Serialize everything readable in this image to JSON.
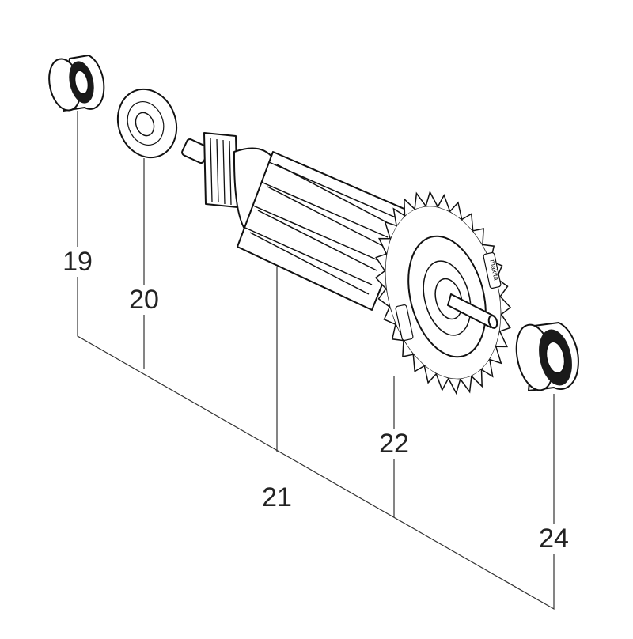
{
  "callouts": [
    {
      "id": "p19",
      "label": "19"
    },
    {
      "id": "p20",
      "label": "20"
    },
    {
      "id": "p21",
      "label": "21"
    },
    {
      "id": "p22",
      "label": "22"
    },
    {
      "id": "p24",
      "label": "24"
    }
  ],
  "fan_brand_text": "makita",
  "colors": {
    "outline": "#111111",
    "part_fill": "#ffffff",
    "leader_line": "#333333",
    "bearing_core": "#1a1a1a"
  }
}
